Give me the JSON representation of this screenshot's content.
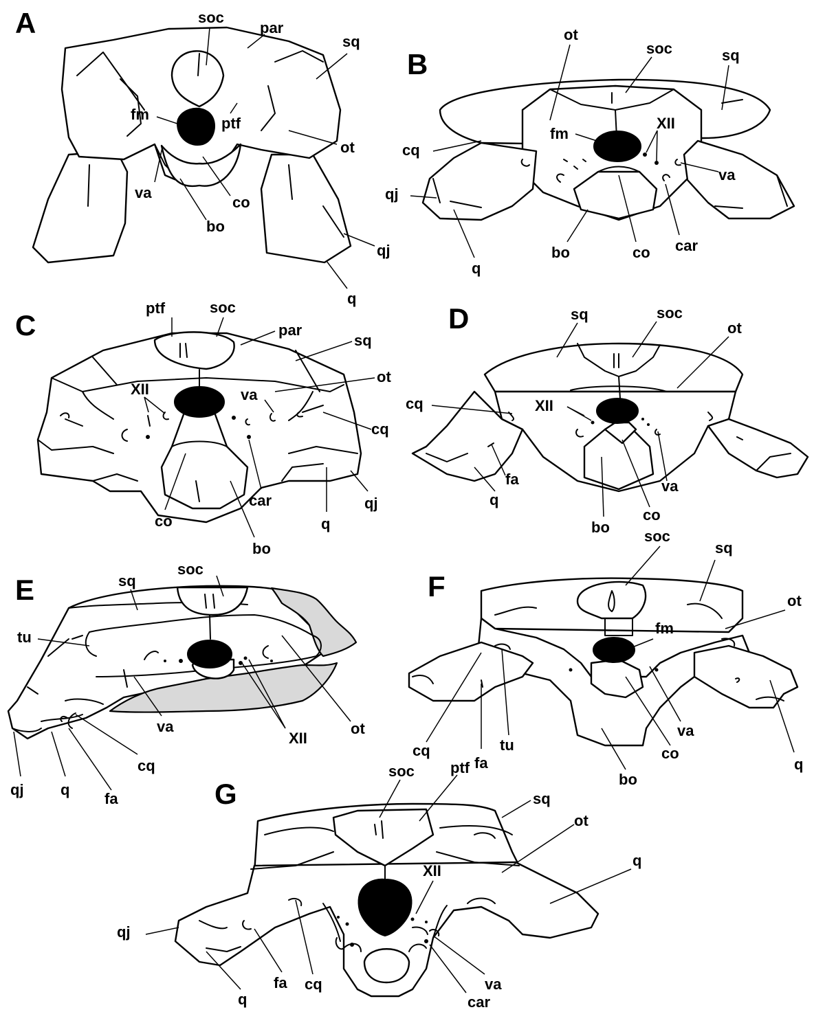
{
  "panels": {
    "A": {
      "letter": "A",
      "labels": {
        "soc": "soc",
        "par": "par",
        "sq": "sq",
        "fm": "fm",
        "ptf": "ptf",
        "ot": "ot",
        "va": "va",
        "co": "co",
        "bo": "bo",
        "qj": "qj",
        "q": "q"
      }
    },
    "B": {
      "letter": "B",
      "labels": {
        "ot": "ot",
        "soc": "soc",
        "sq": "sq",
        "fm": "fm",
        "XII": "XII",
        "cq": "cq",
        "va": "va",
        "qj": "qj",
        "car": "car",
        "bo": "bo",
        "co": "co",
        "q": "q"
      }
    },
    "C": {
      "letter": "C",
      "labels": {
        "ptf": "ptf",
        "soc": "soc",
        "par": "par",
        "sq": "sq",
        "ot": "ot",
        "XII": "XII",
        "va": "va",
        "cq": "cq",
        "qj": "qj",
        "co": "co",
        "car": "car",
        "q": "q",
        "bo": "bo"
      }
    },
    "D": {
      "letter": "D",
      "labels": {
        "sq": "sq",
        "soc": "soc",
        "ot": "ot",
        "cq": "cq",
        "XII": "XII",
        "fa": "fa",
        "va": "va",
        "q": "q",
        "co": "co",
        "bo": "bo"
      }
    },
    "E": {
      "letter": "E",
      "labels": {
        "soc": "soc",
        "sq": "sq",
        "tu": "tu",
        "va": "va",
        "XII": "XII",
        "ot": "ot",
        "cq": "cq",
        "qj": "qj",
        "q": "q",
        "fa": "fa"
      }
    },
    "F": {
      "letter": "F",
      "labels": {
        "soc": "soc",
        "sq": "sq",
        "ot": "ot",
        "fm": "fm",
        "cq": "cq",
        "fa": "fa",
        "tu": "tu",
        "va": "va",
        "co": "co",
        "q": "q",
        "bo": "bo"
      }
    },
    "G": {
      "letter": "G",
      "labels": {
        "soc": "soc",
        "ptf": "ptf",
        "sq": "sq",
        "ot": "ot",
        "XII": "XII",
        "q": "q",
        "qj": "qj",
        "fa": "fa",
        "cq": "cq",
        "va": "va",
        "car": "car",
        "q2": "q"
      }
    }
  }
}
